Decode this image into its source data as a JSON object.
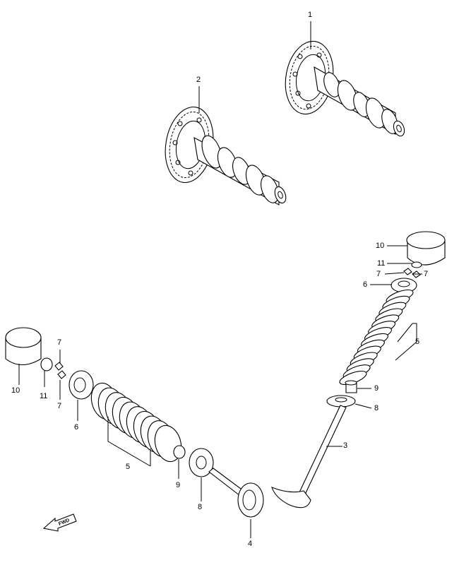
{
  "callouts": {
    "c1": "1",
    "c2": "2",
    "c3": "3",
    "c4": "4",
    "c5_right": "5",
    "c5_left": "5",
    "c6_right": "6",
    "c6_left": "6",
    "c7_right_a": "7",
    "c7_right_b": "7",
    "c7_left_a": "7",
    "c7_left_b": "7",
    "c8_right": "8",
    "c8_left": "8",
    "c9_right": "9",
    "c9_left": "9",
    "c10_right": "10",
    "c10_left": "10",
    "c11_right": "11",
    "c11_left": "11"
  },
  "fwd_label": "FWD"
}
